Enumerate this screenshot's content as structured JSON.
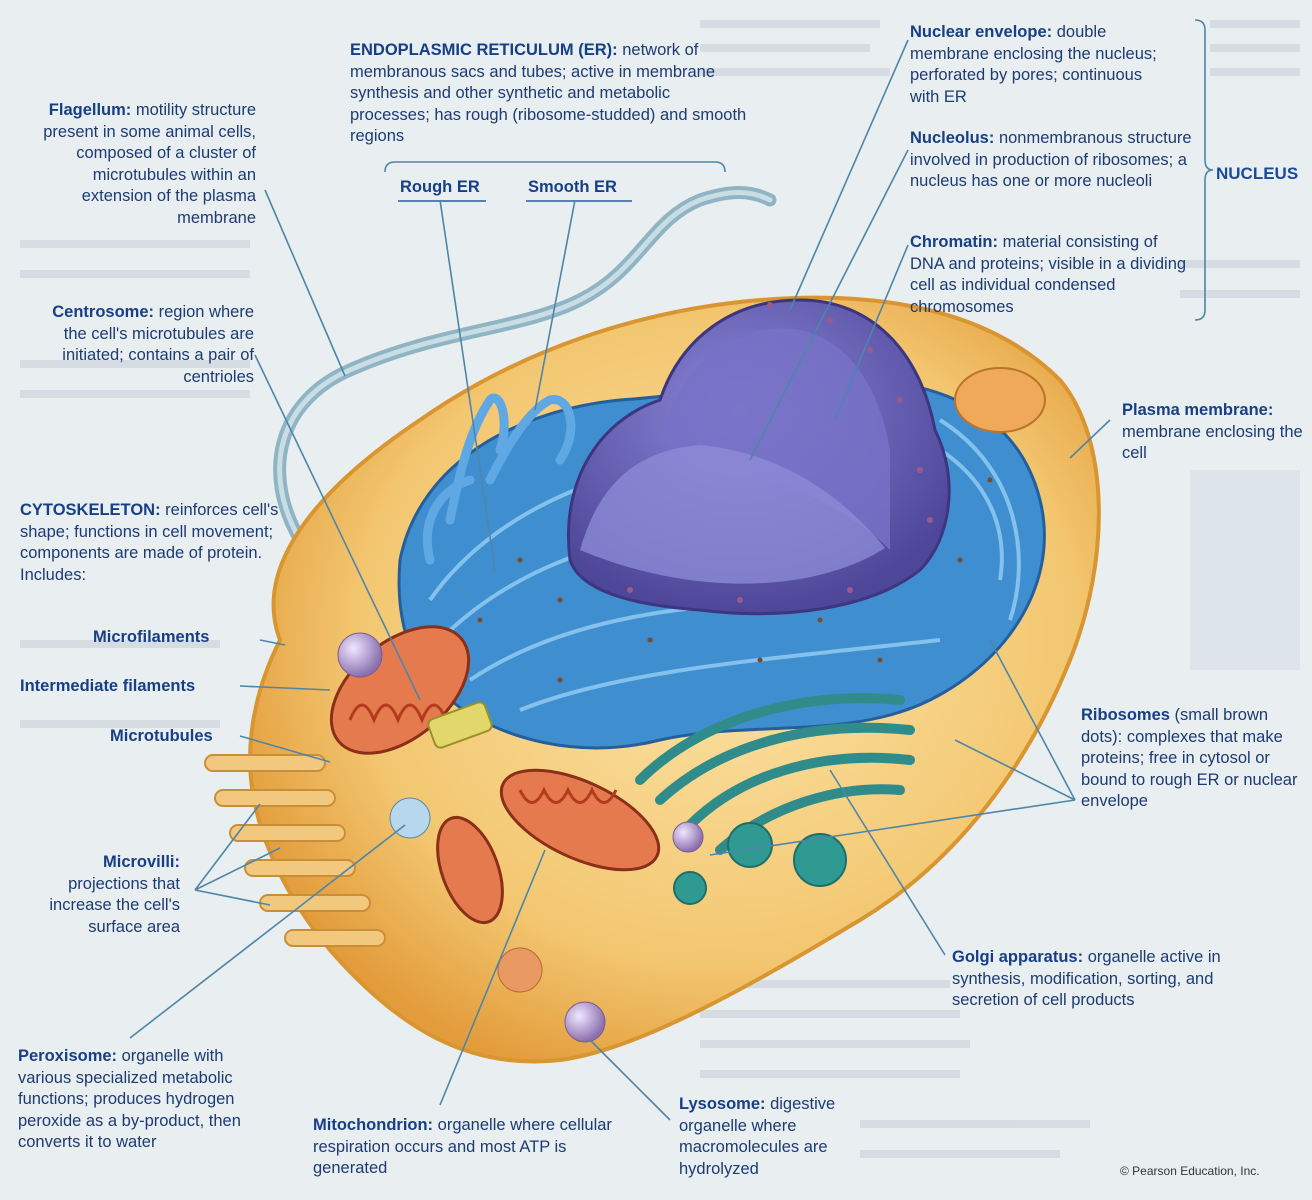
{
  "labels": {
    "er": {
      "title": "ENDOPLASMIC RETICULUM (ER):",
      "text": " network of membranous sacs and tubes; active in membrane synthesis and other synthetic and metabolic processes; has rough (ribosome-studded) and smooth regions"
    },
    "rough_er": "Rough ER",
    "smooth_er": "Smooth ER",
    "flagellum": {
      "title": "Flagellum:",
      "text": " motility structure present in some animal cells, composed of a cluster of microtubules within an extension of the plasma membrane"
    },
    "centrosome": {
      "title": "Centrosome:",
      "text": " region where the cell's microtubules are initiated; contains a pair of centrioles"
    },
    "cytoskeleton": {
      "title": "CYTOSKELETON:",
      "text": " reinforces cell's shape; functions in cell movement; components are made of protein. Includes:"
    },
    "microfilaments": "Microfilaments",
    "intermediate_filaments": "Intermediate filaments",
    "microtubules": "Microtubules",
    "microvilli": {
      "title": "Microvilli:",
      "text": " projections that increase the cell's surface area"
    },
    "peroxisome": {
      "title": "Peroxisome:",
      "text": " organelle with various specialized metabolic functions; produces hydrogen peroxide as a by-product, then converts it to water"
    },
    "mitochondrion": {
      "title": "Mitochondrion:",
      "text": " organelle where cellular respiration occurs and most ATP is generated"
    },
    "lysosome": {
      "title": "Lysosome:",
      "text": " digestive organelle where macromolecules are hydrolyzed"
    },
    "golgi": {
      "title": "Golgi apparatus:",
      "text": " organelle active in synthesis, modification, sorting, and secretion of cell products"
    },
    "ribosomes": {
      "title": "Ribosomes",
      "text": " (small brown dots): complexes that make proteins; free in cytosol or bound to rough ER or nuclear envelope"
    },
    "plasma_membrane": {
      "title": "Plasma membrane:",
      "text": " membrane enclosing the cell"
    },
    "nuclear_envelope": {
      "title": "Nuclear envelope:",
      "text": " double membrane enclosing the nucleus; perforated by pores; continuous with ER"
    },
    "nucleolus": {
      "title": "Nucleolus:",
      "text": " nonmembranous structure involved in production of ribosomes; a nucleus has one or more nucleoli"
    },
    "chromatin": {
      "title": "Chromatin:",
      "text": " material consisting of DNA and proteins; visible in a dividing cell as individual condensed chromosomes"
    },
    "nucleus_group": "NUCLEUS"
  },
  "copyright": "© Pearson Education, Inc.",
  "colors": {
    "cytoplasm": "#f4cf7e",
    "cell_rim": "#e8a948",
    "er_blue": "#3f8fd0",
    "nucleus_purple": "#6d64b8",
    "golgi_teal": "#3a9a98",
    "mitochondria_red": "#d9583a",
    "label_blue": "#173f85",
    "leader_line": "#4d86a8"
  }
}
